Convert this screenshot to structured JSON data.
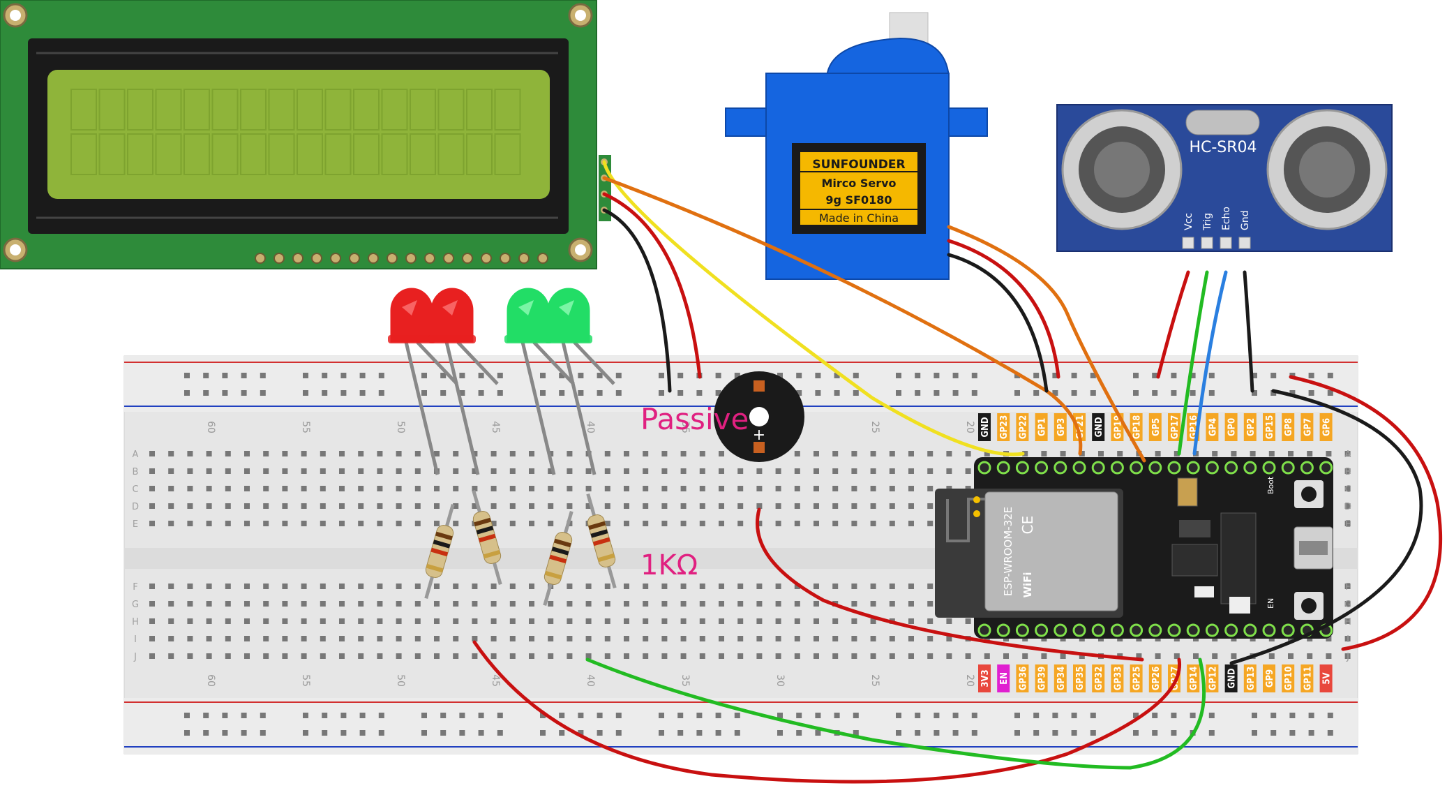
{
  "labels": {
    "passive": "Passive",
    "resistor": "1KΩ",
    "hcsr04": "HC-SR04",
    "us_pins": [
      "Vcc",
      "Trig",
      "Echo",
      "Gnd"
    ],
    "servo_brand": "SUNFOUNDER",
    "servo_line1": "Mirco Servo",
    "servo_line2": "9g SF0180",
    "servo_line3": "Made in China",
    "esp_module": "ESP-WROOM-32E",
    "wifi": "WiFi",
    "ce": "CE",
    "boot": "Boot",
    "en": "EN"
  },
  "breadboard": {
    "rows_top": [
      "A",
      "B",
      "C",
      "D",
      "E"
    ],
    "rows_bottom": [
      "F",
      "G",
      "H",
      "I",
      "J"
    ],
    "col_numbers": [
      "60",
      "55",
      "50",
      "45",
      "40",
      "35",
      "30",
      "25",
      "20"
    ]
  },
  "pins_top": [
    {
      "label": "GND",
      "bg": "#1a1a1a",
      "fg": "#ffffff"
    },
    {
      "label": "GP23",
      "bg": "#f5a623",
      "fg": "#ffffff"
    },
    {
      "label": "GP22",
      "bg": "#f5a623",
      "fg": "#ffffff"
    },
    {
      "label": "GP1",
      "bg": "#f5a623",
      "fg": "#ffffff"
    },
    {
      "label": "GP3",
      "bg": "#f5a623",
      "fg": "#ffffff"
    },
    {
      "label": "GP21",
      "bg": "#f5a623",
      "fg": "#ffffff"
    },
    {
      "label": "GND",
      "bg": "#1a1a1a",
      "fg": "#ffffff"
    },
    {
      "label": "GP19",
      "bg": "#f5a623",
      "fg": "#ffffff"
    },
    {
      "label": "GP18",
      "bg": "#f5a623",
      "fg": "#ffffff"
    },
    {
      "label": "GP5",
      "bg": "#f5a623",
      "fg": "#ffffff"
    },
    {
      "label": "GP17",
      "bg": "#f5a623",
      "fg": "#ffffff"
    },
    {
      "label": "GP16",
      "bg": "#f5a623",
      "fg": "#ffffff"
    },
    {
      "label": "GP4",
      "bg": "#f5a623",
      "fg": "#ffffff"
    },
    {
      "label": "GP0",
      "bg": "#f5a623",
      "fg": "#ffffff"
    },
    {
      "label": "GP2",
      "bg": "#f5a623",
      "fg": "#ffffff"
    },
    {
      "label": "GP15",
      "bg": "#f5a623",
      "fg": "#ffffff"
    },
    {
      "label": "GP8",
      "bg": "#f5a623",
      "fg": "#ffffff"
    },
    {
      "label": "GP7",
      "bg": "#f5a623",
      "fg": "#ffffff"
    },
    {
      "label": "GP6",
      "bg": "#f5a623",
      "fg": "#ffffff"
    }
  ],
  "pins_bottom": [
    {
      "label": "3V3",
      "bg": "#e8473c",
      "fg": "#ffffff"
    },
    {
      "label": "EN",
      "bg": "#e020d0",
      "fg": "#ffffff"
    },
    {
      "label": "GP36",
      "bg": "#f5a623",
      "fg": "#ffffff"
    },
    {
      "label": "GP39",
      "bg": "#f5a623",
      "fg": "#ffffff"
    },
    {
      "label": "GP34",
      "bg": "#f5a623",
      "fg": "#ffffff"
    },
    {
      "label": "GP35",
      "bg": "#f5a623",
      "fg": "#ffffff"
    },
    {
      "label": "GP32",
      "bg": "#f5a623",
      "fg": "#ffffff"
    },
    {
      "label": "GP33",
      "bg": "#f5a623",
      "fg": "#ffffff"
    },
    {
      "label": "GP25",
      "bg": "#f5a623",
      "fg": "#ffffff"
    },
    {
      "label": "GP26",
      "bg": "#f5a623",
      "fg": "#ffffff"
    },
    {
      "label": "GP27",
      "bg": "#f5a623",
      "fg": "#ffffff"
    },
    {
      "label": "GP14",
      "bg": "#f5a623",
      "fg": "#ffffff"
    },
    {
      "label": "GP12",
      "bg": "#f5a623",
      "fg": "#ffffff"
    },
    {
      "label": "GND",
      "bg": "#1a1a1a",
      "fg": "#ffffff"
    },
    {
      "label": "GP13",
      "bg": "#f5a623",
      "fg": "#ffffff"
    },
    {
      "label": "GP9",
      "bg": "#f5a623",
      "fg": "#ffffff"
    },
    {
      "label": "GP10",
      "bg": "#f5a623",
      "fg": "#ffffff"
    },
    {
      "label": "GP11",
      "bg": "#f5a623",
      "fg": "#ffffff"
    },
    {
      "label": "5V",
      "bg": "#e8473c",
      "fg": "#ffffff"
    }
  ],
  "colors": {
    "lcd_board": "#2e8b3a",
    "lcd_screen": "#8fb43a",
    "servo_blue": "#1565e0",
    "sensor_blue": "#2a4a9a",
    "esp_board": "#1b1b1b",
    "wire_red": "#c81010",
    "wire_black": "#1a1a1a",
    "wire_yellow": "#f0e020",
    "wire_orange": "#e07010",
    "wire_green": "#22bb22",
    "wire_blue": "#2a7fe0",
    "label_pink": "#e02080"
  }
}
